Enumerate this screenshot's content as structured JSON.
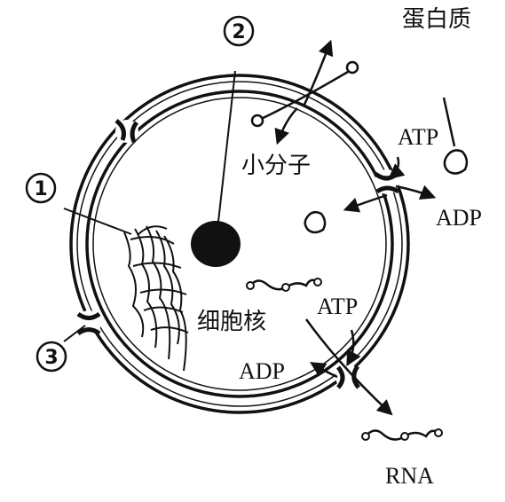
{
  "labels": {
    "protein": "蛋白质",
    "small_molecule": "小分子",
    "nucleus": "细胞核",
    "atp_top": "ATP",
    "adp_top": "ADP",
    "atp_bottom": "ATP",
    "adp_bottom": "ADP",
    "rna": "RNA"
  },
  "markers": {
    "m1": "1",
    "m2": "2",
    "m3": "3"
  },
  "colors": {
    "ink": "#111111",
    "background": "#ffffff"
  }
}
